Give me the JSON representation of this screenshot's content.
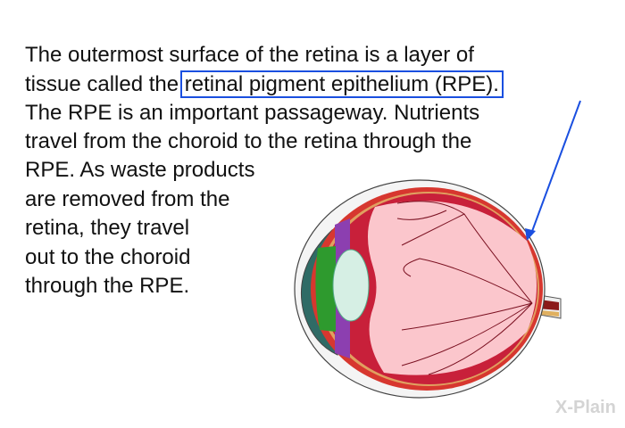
{
  "paragraph": {
    "line1": "The outermost surface of the retina is a layer of",
    "line2_pre": "tissue called the ",
    "highlight": "retinal pigment epithelium (RPE).",
    "line3": "The RPE is an important passageway. Nutrients",
    "line4": "travel from the choroid to the retina through the",
    "line5": "RPE. As waste products",
    "line6": "are removed from the",
    "line7": "retina, they travel",
    "line8": "out to the choroid",
    "line9": "through the RPE."
  },
  "logo": "X-Plain",
  "colors": {
    "highlight_box": "#1a4fe0",
    "arrow": "#1a4fe0"
  }
}
